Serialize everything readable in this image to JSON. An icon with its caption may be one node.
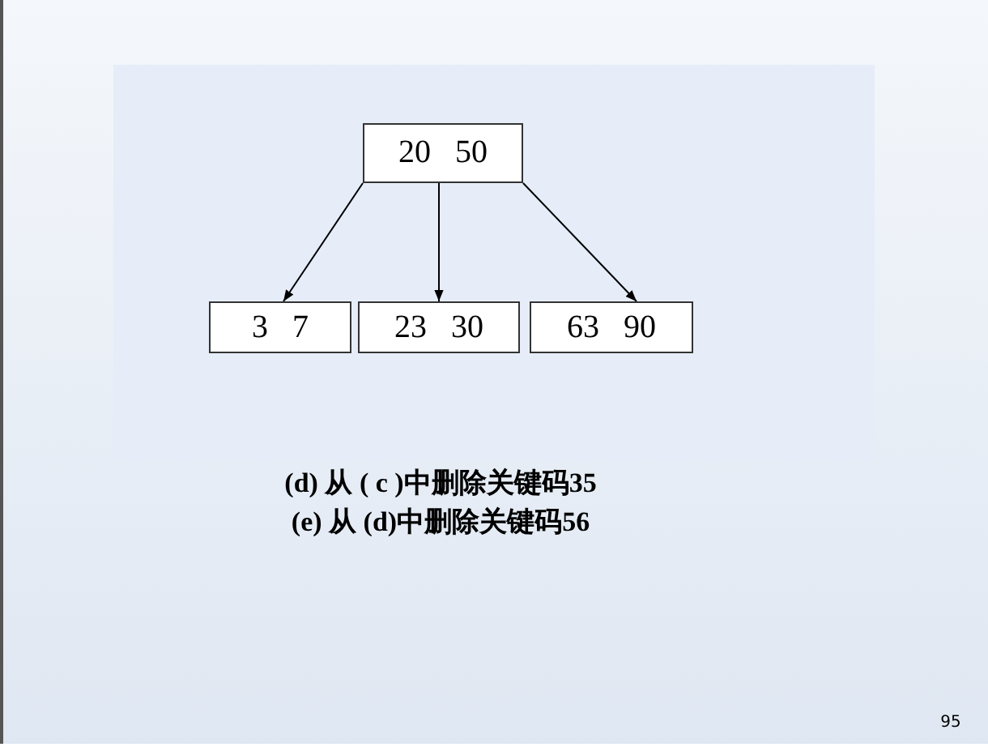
{
  "diagram": {
    "nodes": [
      {
        "text": [
          "20 50"
        ]
      },
      {
        "text": [
          "3 7"
        ]
      },
      {
        "text": [
          "23 30"
        ]
      },
      {
        "text": [
          "63 90"
        ]
      }
    ],
    "edges": [
      {
        "from": 0,
        "to": 1,
        "arrow": "to"
      },
      {
        "from": 0,
        "to": 2,
        "arrow": "to"
      },
      {
        "from": 0,
        "to": 3,
        "arrow": "to"
      }
    ],
    "labels": [
      "(d) 从 ( c )中删除关键码35",
      "(e) 从 (d)中删除关键码56",
      "95"
    ]
  }
}
